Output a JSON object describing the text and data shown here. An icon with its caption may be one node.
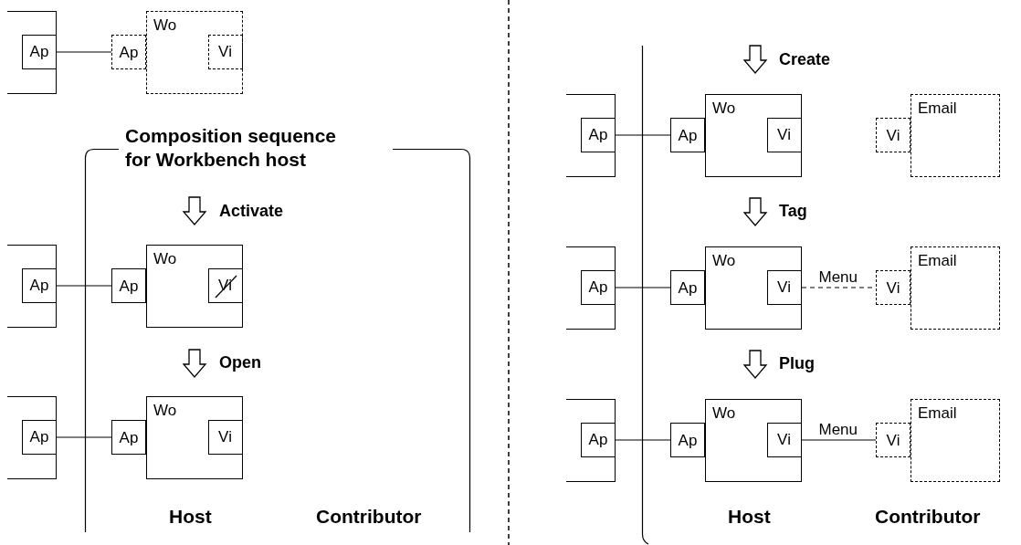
{
  "diagram": {
    "nodes": [
      {
        "text": [],
        "shape": "box"
      },
      {
        "text": [
          "Ap"
        ],
        "in": 0
      },
      {
        "text": [
          "Ap"
        ]
      },
      {
        "text": [
          "Wo"
        ]
      },
      {
        "text": [
          "Vi"
        ],
        "in": 3
      },
      {
        "text": [
          "Composition sequence for Workbench host"
        ]
      },
      {
        "text": [],
        "shape": "box"
      },
      {
        "text": [
          "Ap"
        ],
        "in": 6
      },
      {
        "text": [
          "Ap"
        ],
        "in": 5
      },
      {
        "text": [
          "Wo"
        ],
        "in": 5
      },
      {
        "text": [
          "Vi"
        ],
        "in": 9
      },
      {
        "text": [],
        "shape": "box"
      },
      {
        "text": [
          "Ap"
        ],
        "in": 11
      },
      {
        "text": [
          "Ap"
        ],
        "in": 5
      },
      {
        "text": [
          "Wo"
        ],
        "in": 5
      },
      {
        "text": [
          "Vi"
        ],
        "in": 14
      },
      {
        "text": [],
        "shape": "box"
      },
      {
        "text": [
          "Ap"
        ],
        "in": 16
      },
      {
        "text": [
          "Ap"
        ]
      },
      {
        "text": [
          "Wo"
        ]
      },
      {
        "text": [
          "Vi"
        ],
        "in": 19
      },
      {
        "text": [
          "Vi"
        ]
      },
      {
        "text": [
          "Email"
        ]
      },
      {
        "text": [],
        "shape": "box"
      },
      {
        "text": [
          "Ap"
        ],
        "in": 23
      },
      {
        "text": [
          "Ap"
        ]
      },
      {
        "text": [
          "Wo"
        ]
      },
      {
        "text": [
          "Vi"
        ],
        "in": 26
      },
      {
        "text": [
          "Vi"
        ]
      },
      {
        "text": [
          "Email"
        ]
      },
      {
        "text": [],
        "shape": "box"
      },
      {
        "text": [
          "Ap"
        ],
        "in": 30
      },
      {
        "text": [
          "Ap"
        ]
      },
      {
        "text": [
          "Wo"
        ]
      },
      {
        "text": [
          "Vi"
        ],
        "in": 33
      },
      {
        "text": [
          "Vi"
        ]
      },
      {
        "text": [
          "Email"
        ]
      }
    ],
    "edges": [
      {
        "from": 1,
        "to": 2,
        "arrow": "none"
      },
      {
        "from": 7,
        "to": 8,
        "arrow": "none"
      },
      {
        "from": 12,
        "to": 13,
        "arrow": "none"
      },
      {
        "from": 17,
        "to": 18,
        "arrow": "none"
      },
      {
        "from": 24,
        "to": 25,
        "arrow": "none"
      },
      {
        "from": 27,
        "to": 28,
        "arrow": "none",
        "label": "Menu",
        "style": "dashed"
      },
      {
        "from": 31,
        "to": 32,
        "arrow": "none"
      },
      {
        "from": 34,
        "to": 35,
        "arrow": "none",
        "label": "Menu"
      }
    ],
    "labels": [
      "Activate",
      "Open",
      "Host",
      "Contributor",
      "Create",
      "Tag",
      "Plug",
      "Host",
      "Contributor"
    ]
  }
}
